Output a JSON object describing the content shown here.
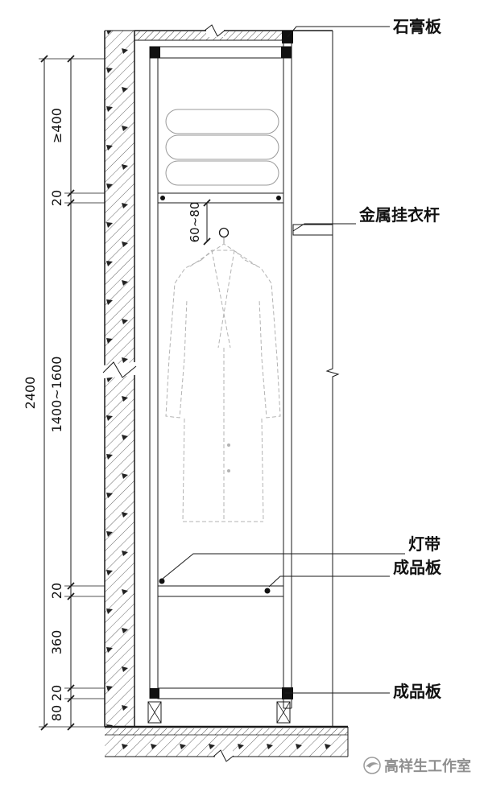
{
  "drawing": {
    "title_hint": "wardrobe-section-detail",
    "callouts": {
      "gypsum_board": "石膏板",
      "metal_hanging_rod": "金属挂衣杆",
      "light_strip": "灯带",
      "finished_board_top": "成品板",
      "finished_board_bottom": "成品板"
    },
    "dimensions": {
      "overall": "2400",
      "top_clearance": "≥400",
      "top_shelf_thickness": "20",
      "hanging_height": "1400~1600",
      "mid_shelf_thickness": "20",
      "lower_compartment": "360",
      "bottom_board_thickness": "20",
      "base_height": "80",
      "rod_drop": "60~80"
    },
    "watermark": "高祥生工作室",
    "colors": {
      "line": "#1a1a1a",
      "ghost": "#b3b3b3",
      "watermark": "#8f8f8f"
    }
  }
}
